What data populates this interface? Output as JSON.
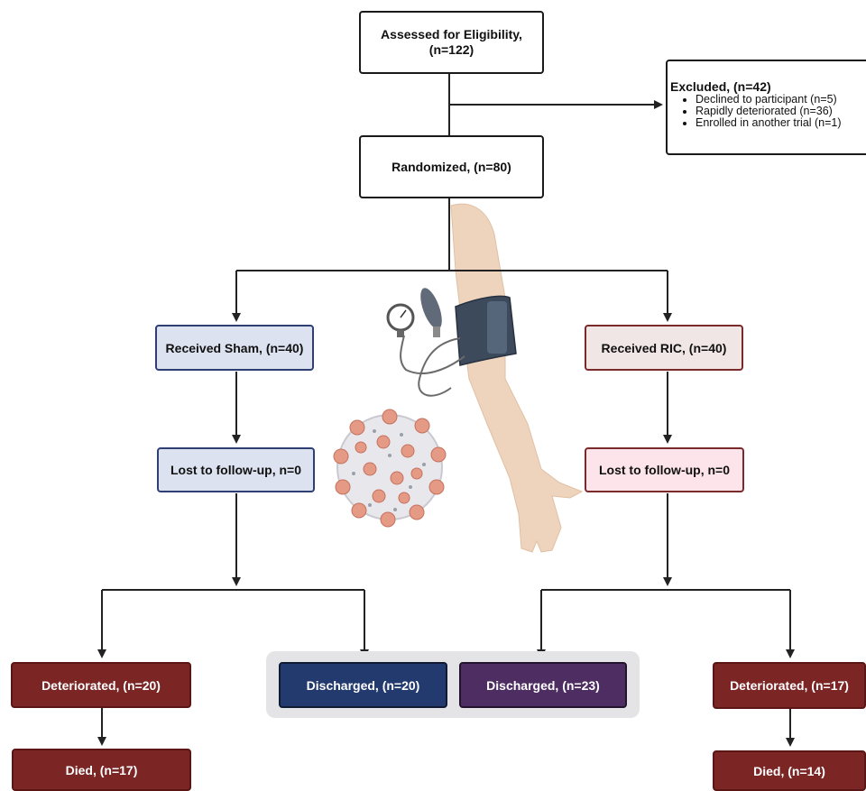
{
  "assessed": {
    "line1": "Assessed for Eligibility,",
    "line2": "(n=122)"
  },
  "excluded": {
    "title": "Excluded, (n=42)",
    "items": [
      "Declined to participant (n=5)",
      "Rapidly deteriorated (n=36)",
      "Enrolled in another trial (n=1)"
    ]
  },
  "randomized": "Randomized, (n=80)",
  "sham": {
    "received": "Received Sham, (n=40)",
    "lost": "Lost to follow-up, n=0",
    "deteriorated": "Deteriorated, (n=20)",
    "discharged": "Discharged, (n=20)",
    "died": "Died, (n=17)"
  },
  "ric": {
    "received": "Received RIC, (n=40)",
    "lost": "Lost to follow-up, n=0",
    "deteriorated": "Deteriorated, (n=17)",
    "discharged": "Discharged, (n=23)",
    "died": "Died, (n=14)"
  },
  "colors": {
    "sham_light": "#dde2f0",
    "ric_light": "#f1e6e6",
    "dark_red": "#7b2525",
    "navy": "#233a6f",
    "purple": "#4e2d62"
  },
  "illustrations": [
    "arm-with-blood-pressure-cuff-icon",
    "virus-particle-icon"
  ]
}
